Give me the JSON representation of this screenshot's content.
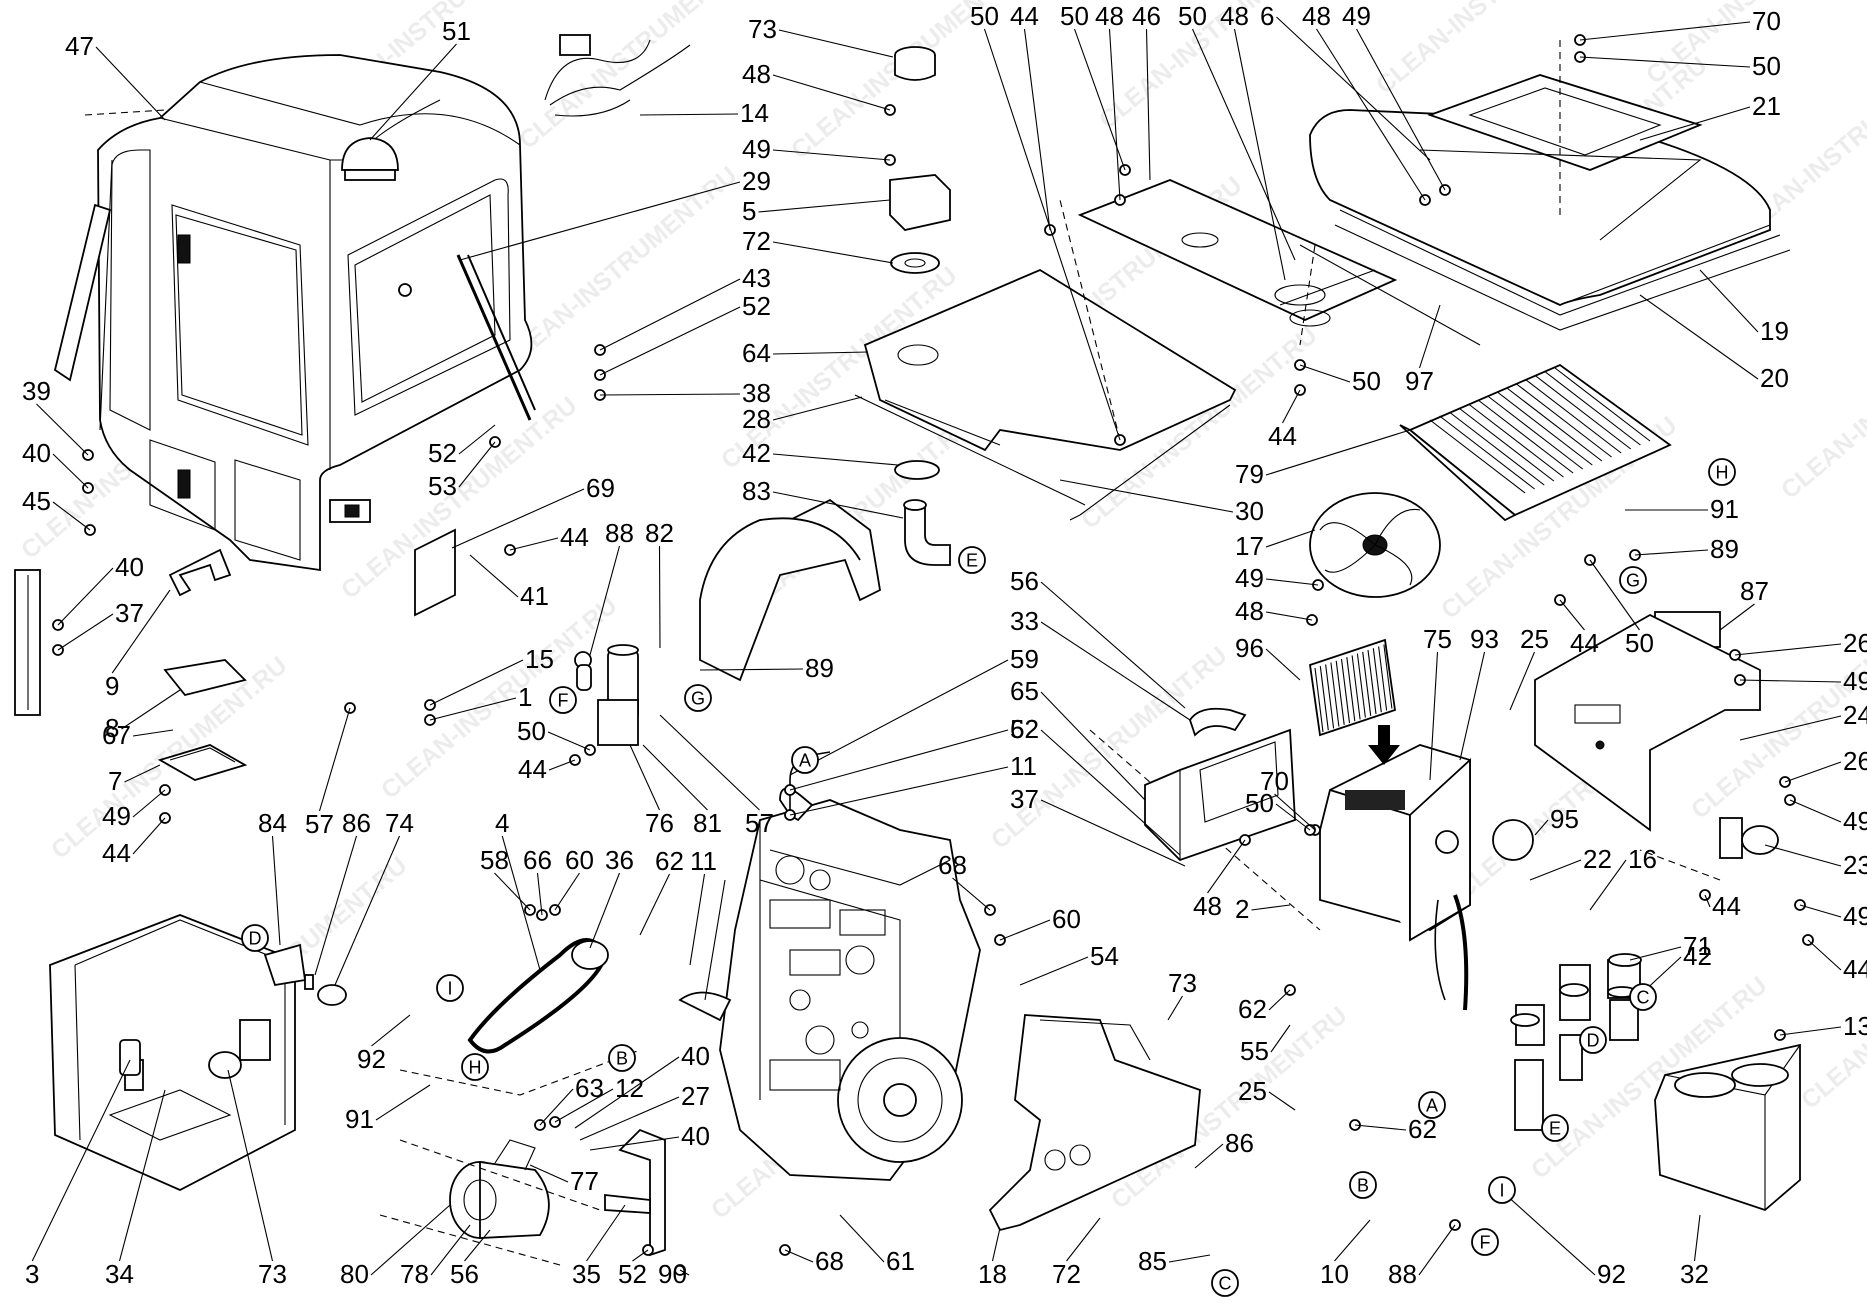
{
  "figure": {
    "watermark": "CLEAN-INSTRUMENT.RU",
    "callouts": [
      {
        "id": "c01",
        "n": "47"
      },
      {
        "id": "c02",
        "n": "51"
      },
      {
        "id": "c03",
        "n": "73"
      },
      {
        "id": "c04",
        "n": "48"
      },
      {
        "id": "c05",
        "n": "14"
      },
      {
        "id": "c06",
        "n": "49"
      },
      {
        "id": "c07",
        "n": "29"
      },
      {
        "id": "c08",
        "n": "5"
      },
      {
        "id": "c09",
        "n": "72"
      },
      {
        "id": "c10",
        "n": "43"
      },
      {
        "id": "c11",
        "n": "52"
      },
      {
        "id": "c12",
        "n": "64"
      },
      {
        "id": "c13",
        "n": "38"
      },
      {
        "id": "c14",
        "n": "28"
      },
      {
        "id": "c15",
        "n": "52"
      },
      {
        "id": "c16",
        "n": "42"
      },
      {
        "id": "c17",
        "n": "53"
      },
      {
        "id": "c18",
        "n": "83"
      },
      {
        "id": "c19",
        "n": "39"
      },
      {
        "id": "c20",
        "n": "40"
      },
      {
        "id": "c21",
        "n": "45"
      },
      {
        "id": "c22",
        "n": "69"
      },
      {
        "id": "c23",
        "n": "44"
      },
      {
        "id": "c24",
        "n": "88"
      },
      {
        "id": "c25",
        "n": "82"
      },
      {
        "id": "c26",
        "n": "40"
      },
      {
        "id": "c27",
        "n": "37"
      },
      {
        "id": "c28",
        "n": "41"
      },
      {
        "id": "c29",
        "n": "9"
      },
      {
        "id": "c30",
        "n": "89"
      },
      {
        "id": "c31",
        "n": "15"
      },
      {
        "id": "c32",
        "n": "8"
      },
      {
        "id": "c33",
        "n": "1"
      },
      {
        "id": "c34",
        "n": "50"
      },
      {
        "id": "c35",
        "n": "67"
      },
      {
        "id": "c36",
        "n": "44"
      },
      {
        "id": "c37",
        "n": "7"
      },
      {
        "id": "c38",
        "n": "49"
      },
      {
        "id": "c39",
        "n": "44"
      },
      {
        "id": "c40",
        "n": "57"
      },
      {
        "id": "c41",
        "n": "76"
      },
      {
        "id": "c42",
        "n": "81"
      },
      {
        "id": "c43",
        "n": "57"
      },
      {
        "id": "c44",
        "n": "84"
      },
      {
        "id": "c45",
        "n": "86"
      },
      {
        "id": "c46",
        "n": "74"
      },
      {
        "id": "c47",
        "n": "4"
      },
      {
        "id": "c48",
        "n": "58"
      },
      {
        "id": "c49",
        "n": "66"
      },
      {
        "id": "c50",
        "n": "60"
      },
      {
        "id": "c51",
        "n": "36"
      },
      {
        "id": "c52",
        "n": "3"
      },
      {
        "id": "c53",
        "n": "34"
      },
      {
        "id": "c54",
        "n": "73"
      },
      {
        "id": "c55",
        "n": "92"
      },
      {
        "id": "c56",
        "n": "91"
      },
      {
        "id": "c57",
        "n": "63"
      },
      {
        "id": "c58",
        "n": "12"
      },
      {
        "id": "c59",
        "n": "40"
      },
      {
        "id": "c60",
        "n": "27"
      },
      {
        "id": "c61",
        "n": "40"
      },
      {
        "id": "c62",
        "n": "77"
      },
      {
        "id": "c63",
        "n": "80"
      },
      {
        "id": "c64",
        "n": "78"
      },
      {
        "id": "c65",
        "n": "56"
      },
      {
        "id": "c66",
        "n": "35"
      },
      {
        "id": "c67",
        "n": "52"
      },
      {
        "id": "c68",
        "n": "90"
      },
      {
        "id": "c69",
        "n": "50"
      },
      {
        "id": "c70",
        "n": "44"
      },
      {
        "id": "c71",
        "n": "50"
      },
      {
        "id": "c72",
        "n": "48"
      },
      {
        "id": "c73",
        "n": "46"
      },
      {
        "id": "c74",
        "n": "50"
      },
      {
        "id": "c75",
        "n": "48"
      },
      {
        "id": "c76",
        "n": "6"
      },
      {
        "id": "c77",
        "n": "48"
      },
      {
        "id": "c78",
        "n": "49"
      },
      {
        "id": "c79",
        "n": "70"
      },
      {
        "id": "c80",
        "n": "50"
      },
      {
        "id": "c81",
        "n": "21"
      },
      {
        "id": "c82",
        "n": "19"
      },
      {
        "id": "c83",
        "n": "97"
      },
      {
        "id": "c84",
        "n": "20"
      },
      {
        "id": "c85",
        "n": "50"
      },
      {
        "id": "c86",
        "n": "44"
      },
      {
        "id": "c87",
        "n": "30"
      },
      {
        "id": "c88",
        "n": "79"
      },
      {
        "id": "c89",
        "n": "91"
      },
      {
        "id": "c90",
        "n": "17"
      },
      {
        "id": "c91",
        "n": "89"
      },
      {
        "id": "c92",
        "n": "49"
      },
      {
        "id": "c93",
        "n": "48"
      },
      {
        "id": "c94",
        "n": "87"
      },
      {
        "id": "c95",
        "n": "44"
      },
      {
        "id": "c96",
        "n": "50"
      },
      {
        "id": "c97",
        "n": "96"
      },
      {
        "id": "c98",
        "n": "75"
      },
      {
        "id": "c99",
        "n": "93"
      },
      {
        "id": "c100",
        "n": "25"
      },
      {
        "id": "c101",
        "n": "26"
      },
      {
        "id": "c102",
        "n": "49"
      },
      {
        "id": "c103",
        "n": "56"
      },
      {
        "id": "c104",
        "n": "33"
      },
      {
        "id": "c105",
        "n": "59"
      },
      {
        "id": "c106",
        "n": "65"
      },
      {
        "id": "c107",
        "n": "62"
      },
      {
        "id": "c108",
        "n": "11"
      },
      {
        "id": "c109",
        "n": "52"
      },
      {
        "id": "c110",
        "n": "37"
      },
      {
        "id": "c111",
        "n": "70"
      },
      {
        "id": "c112",
        "n": "50"
      },
      {
        "id": "c113",
        "n": "24"
      },
      {
        "id": "c114",
        "n": "26"
      },
      {
        "id": "c115",
        "n": "49"
      },
      {
        "id": "c116",
        "n": "95"
      },
      {
        "id": "c117",
        "n": "23"
      },
      {
        "id": "c118",
        "n": "62"
      },
      {
        "id": "c119",
        "n": "11"
      },
      {
        "id": "c120",
        "n": "68"
      },
      {
        "id": "c121",
        "n": "60"
      },
      {
        "id": "c122",
        "n": "22"
      },
      {
        "id": "c123",
        "n": "16"
      },
      {
        "id": "c124",
        "n": "44"
      },
      {
        "id": "c125",
        "n": "49"
      },
      {
        "id": "c126",
        "n": "54"
      },
      {
        "id": "c127",
        "n": "48"
      },
      {
        "id": "c128",
        "n": "2"
      },
      {
        "id": "c129",
        "n": "71"
      },
      {
        "id": "c130",
        "n": "42"
      },
      {
        "id": "c131",
        "n": "44"
      },
      {
        "id": "c132",
        "n": "62"
      },
      {
        "id": "c133",
        "n": "55"
      },
      {
        "id": "c134",
        "n": "73"
      },
      {
        "id": "c135",
        "n": "13"
      },
      {
        "id": "c136",
        "n": "25"
      },
      {
        "id": "c137",
        "n": "62"
      },
      {
        "id": "c138",
        "n": "86"
      },
      {
        "id": "c139",
        "n": "68"
      },
      {
        "id": "c140",
        "n": "61"
      },
      {
        "id": "c141",
        "n": "18"
      },
      {
        "id": "c142",
        "n": "72"
      },
      {
        "id": "c143",
        "n": "85"
      },
      {
        "id": "c144",
        "n": "10"
      },
      {
        "id": "c145",
        "n": "88"
      },
      {
        "id": "c146",
        "n": "92"
      },
      {
        "id": "c147",
        "n": "32"
      }
    ],
    "connectors": [
      {
        "id": "k01",
        "t": "E"
      },
      {
        "id": "k02",
        "t": "F"
      },
      {
        "id": "k03",
        "t": "G"
      },
      {
        "id": "k04",
        "t": "A"
      },
      {
        "id": "k05",
        "t": "D"
      },
      {
        "id": "k06",
        "t": "I"
      },
      {
        "id": "k07",
        "t": "H"
      },
      {
        "id": "k08",
        "t": "B"
      },
      {
        "id": "k09",
        "t": "H"
      },
      {
        "id": "k10",
        "t": "G"
      },
      {
        "id": "k11",
        "t": "C"
      },
      {
        "id": "k12",
        "t": "D"
      },
      {
        "id": "k13",
        "t": "E"
      },
      {
        "id": "k14",
        "t": "A"
      },
      {
        "id": "k15",
        "t": "B"
      },
      {
        "id": "k16",
        "t": "I"
      },
      {
        "id": "k17",
        "t": "F"
      },
      {
        "id": "k18",
        "t": "C"
      }
    ]
  }
}
